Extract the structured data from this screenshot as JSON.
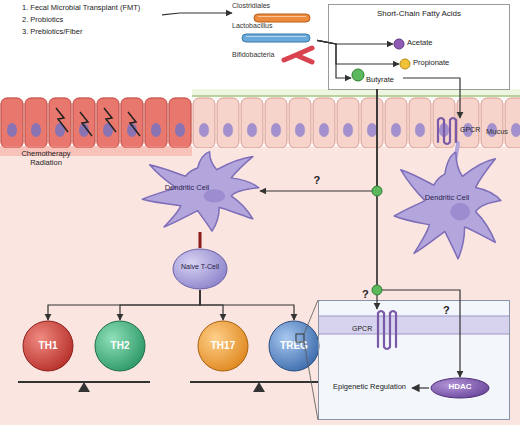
{
  "diagram": {
    "nodes": [
      {
        "text": [
          "1. Fecal Microbial Transplant (FMT)",
          "2. Probiotics",
          "3. Prebiotics/Fiber"
        ]
      },
      {
        "text": [
          "Clostridiales"
        ]
      },
      {
        "text": [
          "Lactobacillus"
        ]
      },
      {
        "text": [
          "Bifidobacteria"
        ]
      },
      {
        "text": [
          "Short-Chain Fatty Acids"
        ]
      },
      {
        "text": [
          "Acetate"
        ],
        "in": 4
      },
      {
        "text": [
          "Propionate"
        ],
        "in": 4
      },
      {
        "text": [
          "Butyrate"
        ],
        "in": 4
      },
      {
        "text": [
          "GPCR"
        ]
      },
      {
        "text": [
          "Dendritic Cell"
        ]
      },
      {
        "text": [
          "Dendritic Cell"
        ]
      },
      {
        "text": [
          "Naive T-Cell"
        ]
      },
      {
        "text": [
          "TH1"
        ]
      },
      {
        "text": [
          "TH2"
        ]
      },
      {
        "text": [
          "TH17"
        ]
      },
      {
        "text": [
          "TREG"
        ]
      },
      {
        "text": [
          "Epigenetic Regulation"
        ]
      },
      {
        "text": [
          "GPCR"
        ],
        "in": 16
      },
      {
        "text": [
          "HDAC"
        ],
        "in": 16
      }
    ],
    "edges": [
      {
        "from": 0,
        "to": 1,
        "arrow": "to"
      },
      {
        "from": 2,
        "to": 5,
        "arrow": "to"
      },
      {
        "from": 2,
        "to": 6,
        "arrow": "to"
      },
      {
        "from": 2,
        "to": 7,
        "arrow": "to"
      },
      {
        "from": 7,
        "to": 8,
        "arrow": "to"
      },
      {
        "from": 7,
        "to": 9,
        "label": "?",
        "arrow": "to"
      },
      {
        "from": 7,
        "to": 17,
        "label": "?",
        "arrow": "to"
      },
      {
        "from": 7,
        "to": 18,
        "label": "?",
        "arrow": "to"
      },
      {
        "from": 9,
        "to": 11,
        "arrow": "none"
      },
      {
        "from": 11,
        "to": 12,
        "arrow": "to"
      },
      {
        "from": 11,
        "to": 13,
        "arrow": "to"
      },
      {
        "from": 11,
        "to": 14,
        "arrow": "to"
      },
      {
        "from": 11,
        "to": 15,
        "arrow": "to"
      }
    ],
    "labels": [
      "Mucus",
      "Chemotherapy Radiation"
    ]
  }
}
